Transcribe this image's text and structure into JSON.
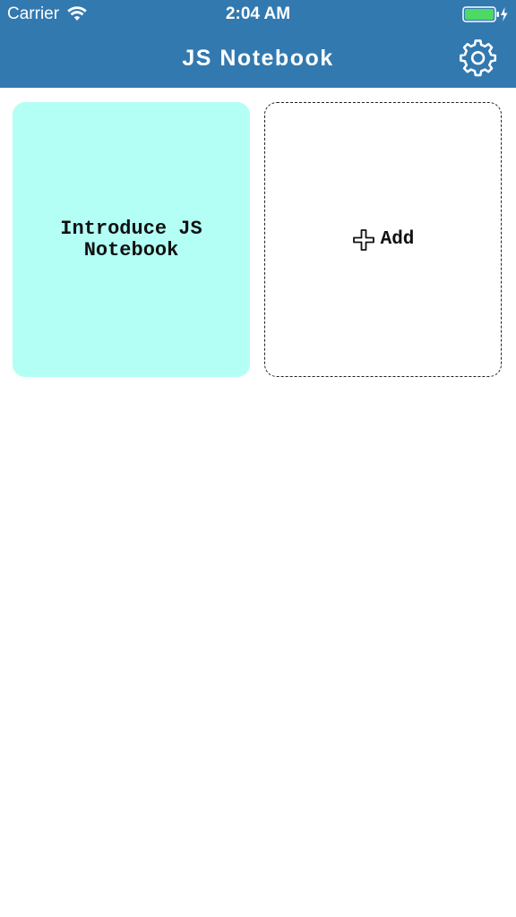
{
  "status_bar": {
    "carrier": "Carrier",
    "time": "2:04 AM"
  },
  "nav": {
    "title": "JS Notebook",
    "settings_icon": "gear-icon"
  },
  "notebooks": [
    {
      "title": "Introduce JS Notebook"
    }
  ],
  "add_card": {
    "label": "Add",
    "icon": "plus-icon"
  },
  "colors": {
    "nav_background": "#3279b0",
    "card_background": "#b3fff6",
    "battery": "#4cd964"
  }
}
